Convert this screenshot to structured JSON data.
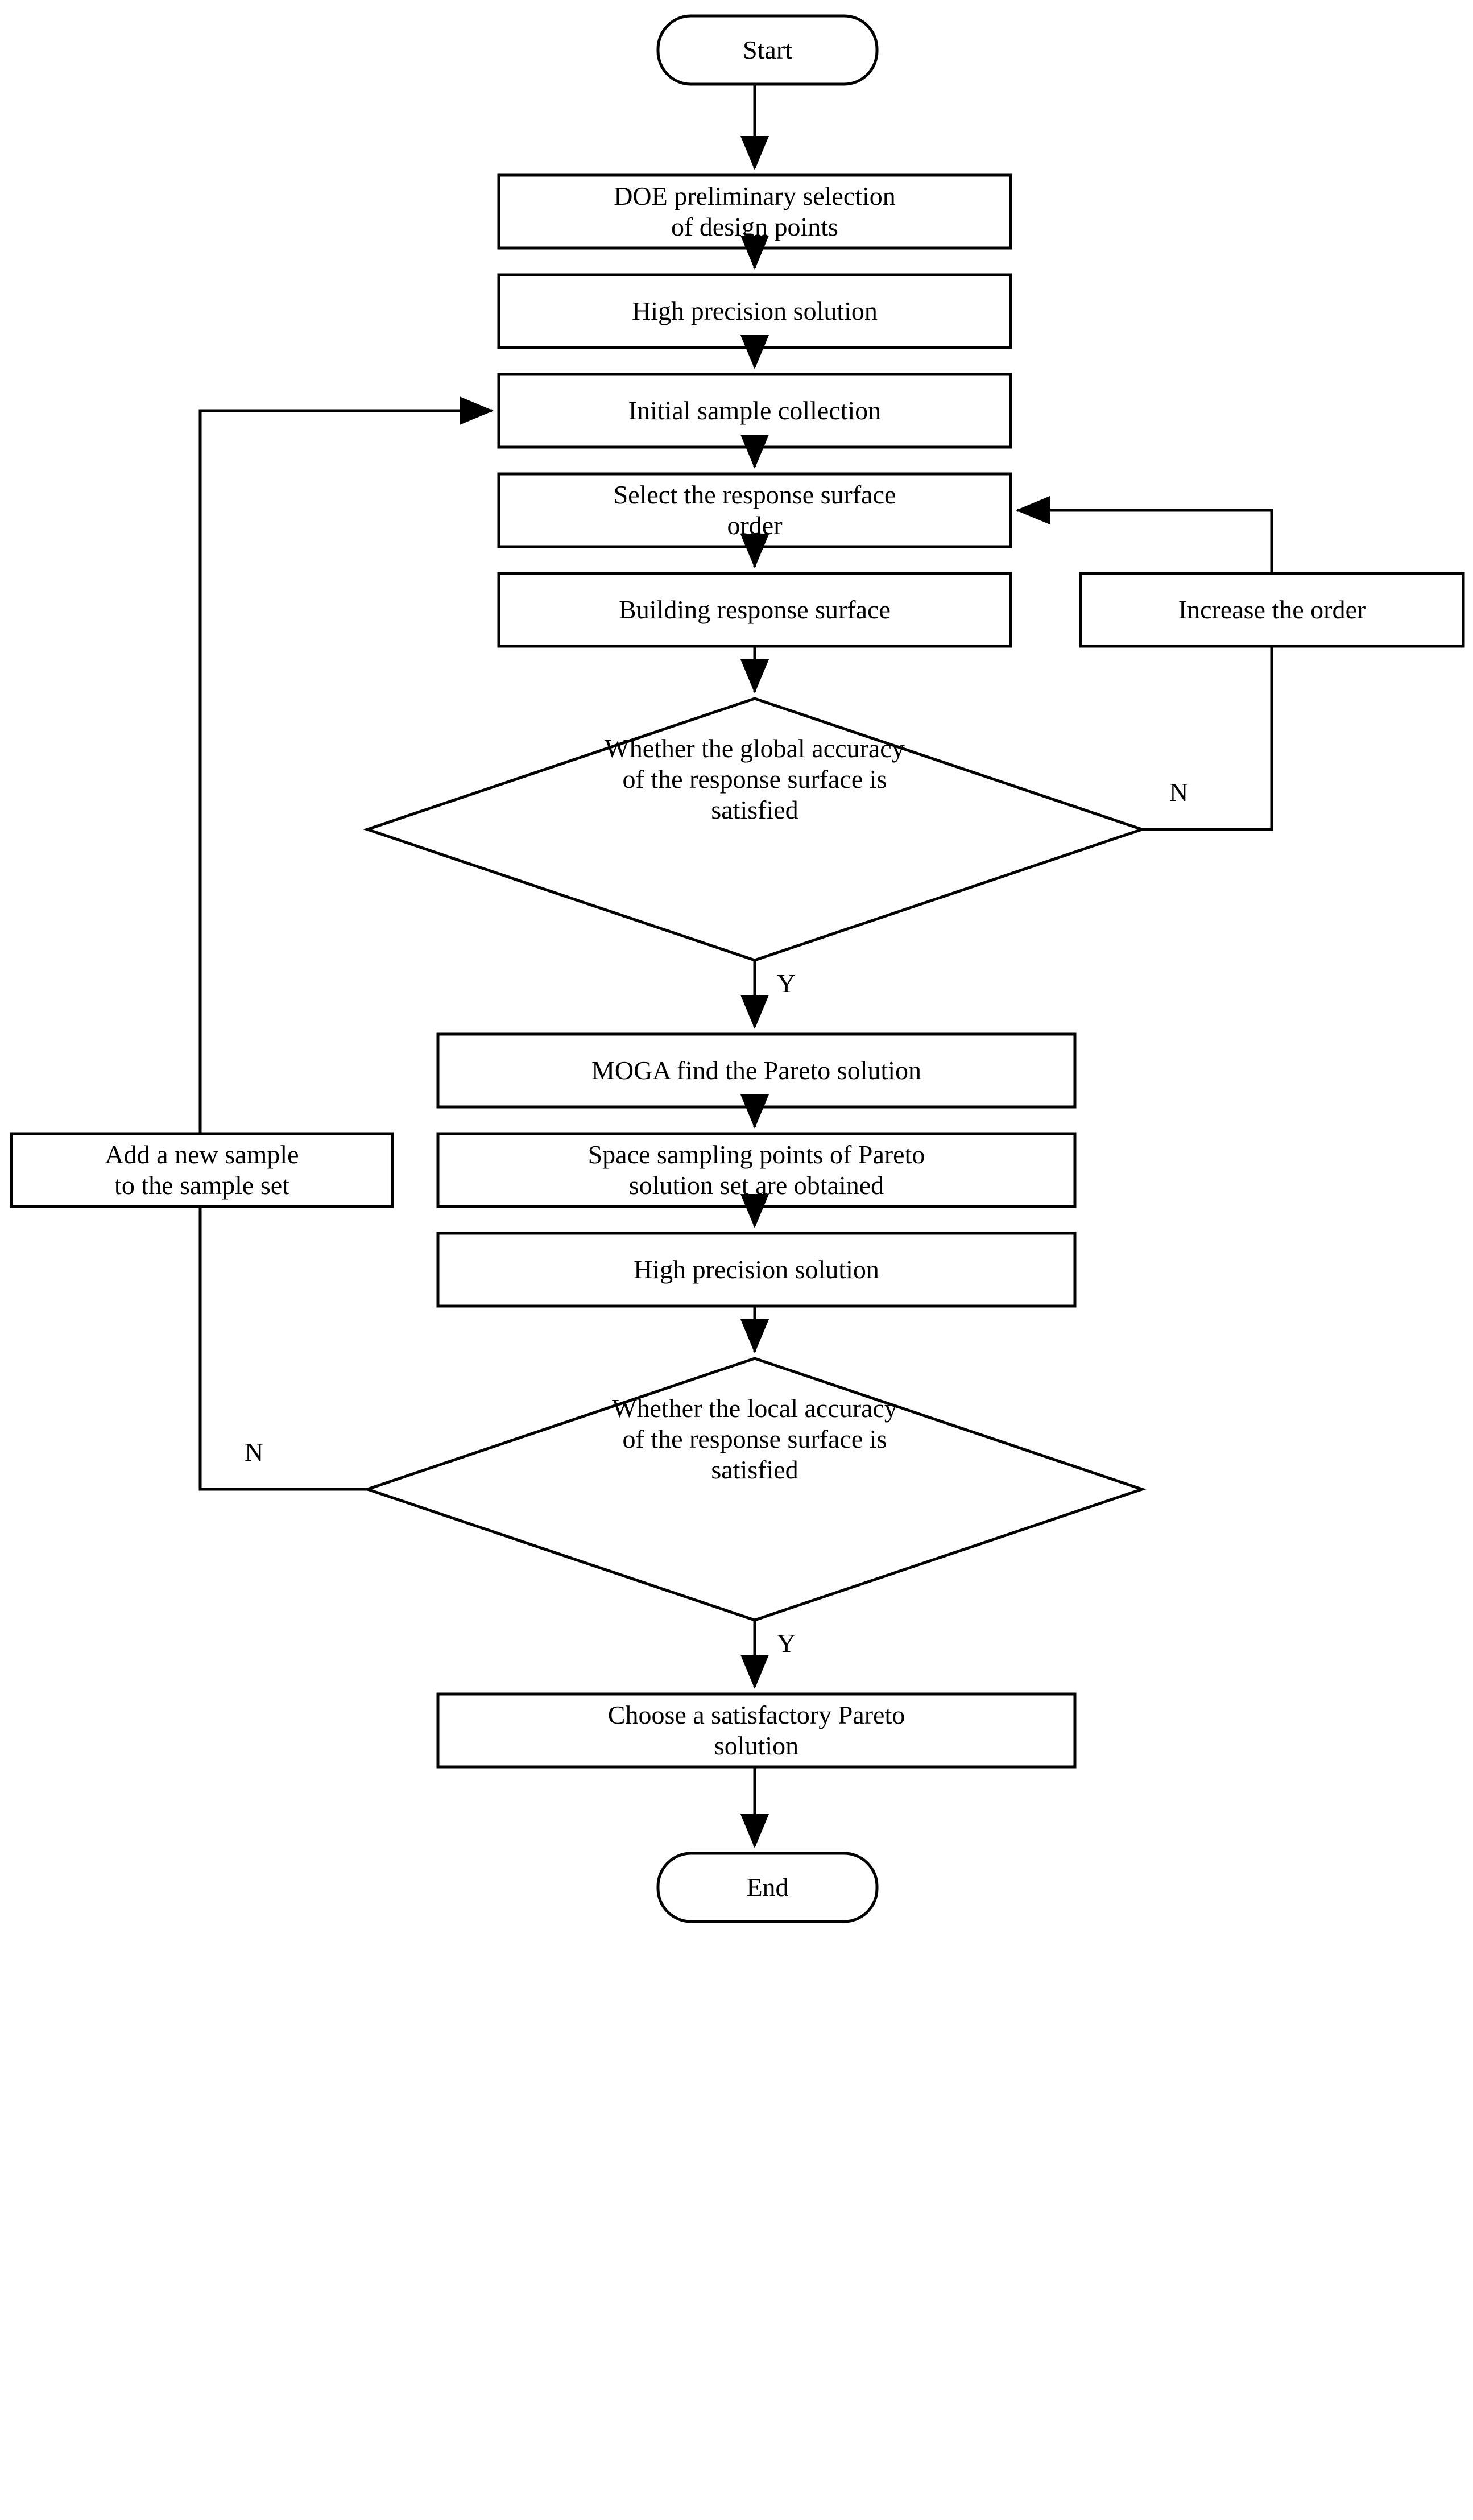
{
  "diagram": {
    "title": "Response surface optimization flowchart",
    "type": "flowchart",
    "background_color": "#ffffff",
    "stroke_color": "#000000",
    "text_color": "#000000"
  },
  "nodes": {
    "start": {
      "label": "Start",
      "shape": "terminator"
    },
    "doe": {
      "label": "DOE preliminary selection\nof design points",
      "shape": "process"
    },
    "high_precision_1": {
      "label": "High precision solution",
      "shape": "process"
    },
    "initial_sample": {
      "label": "Initial sample collection",
      "shape": "process"
    },
    "select_order": {
      "label": "Select the response surface\norder",
      "shape": "process"
    },
    "building_surface": {
      "label": "Building response surface",
      "shape": "process"
    },
    "increase_order": {
      "label": "Increase the order",
      "shape": "process"
    },
    "global_decision": {
      "label": "Whether the global accuracy\nof the response surface is\nsatisfied",
      "shape": "decision"
    },
    "moga": {
      "label": "MOGA find the Pareto solution",
      "shape": "process"
    },
    "space_sampling": {
      "label": "Space sampling points of Pareto\nsolution set are obtained",
      "shape": "process"
    },
    "high_precision_2": {
      "label": "High precision solution",
      "shape": "process"
    },
    "add_sample": {
      "label": "Add a new sample\nto the sample set",
      "shape": "process"
    },
    "local_decision": {
      "label": "Whether the local accuracy\nof the response surface is\nsatisfied",
      "shape": "decision"
    },
    "choose_pareto": {
      "label": "Choose a satisfactory Pareto\nsolution",
      "shape": "process"
    },
    "end": {
      "label": "End",
      "shape": "terminator"
    }
  },
  "edge_labels": {
    "global_no": "N",
    "global_yes": "Y",
    "local_no": "N",
    "local_yes": "Y"
  },
  "edges": [
    {
      "from": "start",
      "to": "doe",
      "label": ""
    },
    {
      "from": "doe",
      "to": "high_precision_1",
      "label": ""
    },
    {
      "from": "high_precision_1",
      "to": "initial_sample",
      "label": ""
    },
    {
      "from": "initial_sample",
      "to": "select_order",
      "label": ""
    },
    {
      "from": "select_order",
      "to": "building_surface",
      "label": ""
    },
    {
      "from": "building_surface",
      "to": "global_decision",
      "label": ""
    },
    {
      "from": "global_decision",
      "to": "increase_order",
      "label": "N"
    },
    {
      "from": "increase_order",
      "to": "select_order",
      "label": ""
    },
    {
      "from": "global_decision",
      "to": "moga",
      "label": "Y"
    },
    {
      "from": "moga",
      "to": "space_sampling",
      "label": ""
    },
    {
      "from": "space_sampling",
      "to": "high_precision_2",
      "label": ""
    },
    {
      "from": "high_precision_2",
      "to": "local_decision",
      "label": ""
    },
    {
      "from": "local_decision",
      "to": "add_sample",
      "label": "N"
    },
    {
      "from": "add_sample",
      "to": "initial_sample",
      "label": ""
    },
    {
      "from": "local_decision",
      "to": "choose_pareto",
      "label": "Y"
    },
    {
      "from": "choose_pareto",
      "to": "end",
      "label": ""
    }
  ]
}
